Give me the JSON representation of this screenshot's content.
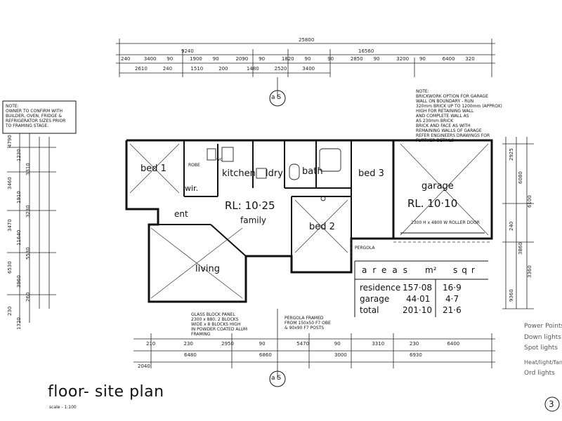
{
  "title": "floor- site plan",
  "scale": "scale - 1:100",
  "sheet_number": "3",
  "section_marker": "a S",
  "rooms": {
    "bed1": "bed 1",
    "wir": "wir.",
    "kitchen": "kitchen",
    "ldry": "ldry",
    "bath": "bath",
    "bed3": "bed 3",
    "garage": "garage",
    "ent": "ent",
    "family": "family",
    "bed2": "bed 2",
    "living": "living",
    "rl_house": "RL: 10·25",
    "rl_garage": "RL. 10·10",
    "wc": "wc",
    "pergola": "PERGOLA",
    "robe": "ROBE"
  },
  "areas": {
    "header_label": "areas",
    "col_m2": "m²",
    "col_sqr": "sqr",
    "rows": [
      {
        "name": "residence",
        "m2": "157·08",
        "sqr": "16·9"
      },
      {
        "name": "garage",
        "m2": "44·01",
        "sqr": "4·7"
      },
      {
        "name": "total",
        "m2": "201·10",
        "sqr": "21·6"
      }
    ]
  },
  "legend": [
    "Power Points",
    "Down lights",
    "Spot lights",
    "Heat/light/fan",
    "Ord lights"
  ],
  "notes": {
    "left_box": "NOTE:\nOWNER TO CONFIRM WITH\nBUILDER, OVEN, FRIDGE &\nREFRIGERATOR SIZES PRIOR\nTO FRAMING STAGE.",
    "garage_note": "NOTE:\nBRICKWORK OPTION FOR GARAGE\nWALL ON BOUNDARY - RUN\n320mm BRICK UP TO 1200mm (APPROX)\nHIGH FOR RETAINING WALL\nAND COMPLETE WALL AS\nAS 230mm BRICK\nBRICK AND FACE AS WITH\nREMAINING WALLS OF GARAGE\nREFER ENGINEERS DRAWINGS FOR\nFURTHER DETAILS",
    "glass_block": "GLASS BLOCK PANEL\n2300 x 880, 2 BLOCKS\nWIDE x 8 BLOCKS HIGH\nIN POWDER COATED ALUM\nFRAMING",
    "pergola_note": "PERGOLA FRAMED\nFROM 150x50 F7 OBE\n& 90x90 F7 POSTS",
    "garage_door": "2300 H x 4800 W ROLLER DOOR"
  },
  "dims": {
    "overall": "25800",
    "top_sub_left": "9240",
    "top_sub_right": "16560",
    "top_row1": [
      "240",
      "3400",
      "90",
      "1900",
      "90",
      "2090",
      "90",
      "1820",
      "90",
      "90",
      "2850",
      "90",
      "3200",
      "90",
      "6400",
      "320"
    ],
    "top_row2": [
      "2610",
      "240",
      "1510",
      "200",
      "1480",
      "2520",
      "3400"
    ],
    "bot_row1": [
      "210",
      "230",
      "2950",
      "90",
      "5470",
      "90",
      "3310",
      "230",
      "6400"
    ],
    "bot_row2": [
      "6480",
      "6860",
      "3000",
      "6930"
    ],
    "bot_row3": [
      "2040"
    ],
    "left_col": [
      "4790",
      "1230",
      "3310",
      "3460",
      "1910",
      "3230",
      "3470",
      "11640",
      "5530",
      "6530",
      "3960",
      "260",
      "230",
      "1320"
    ],
    "right_col": [
      "2925",
      "6080",
      "6100",
      "240",
      "3860",
      "3360",
      "9360"
    ]
  }
}
